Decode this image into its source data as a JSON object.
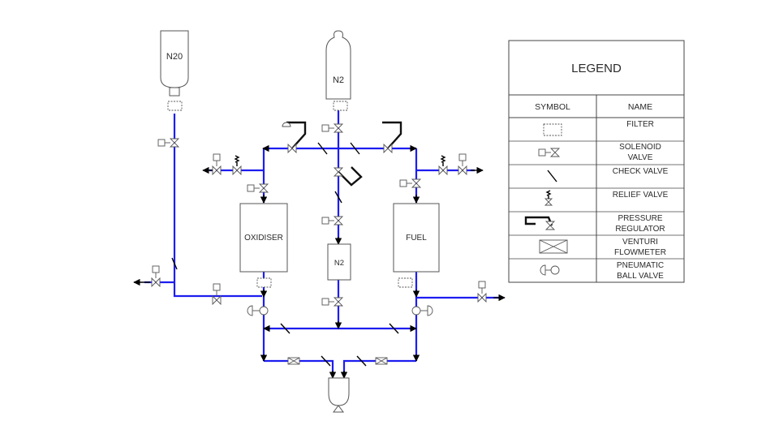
{
  "tanks": {
    "n2o_bottle": "N20",
    "n2_bottle": "N2",
    "oxidiser": "OXIDISER",
    "fuel": "FUEL",
    "n2_small": "N2"
  },
  "legend": {
    "title": "LEGEND",
    "header_symbol": "SYMBOL",
    "header_name": "NAME",
    "rows": [
      {
        "icon": "filter-icon",
        "name_lines": [
          "FILTER"
        ]
      },
      {
        "icon": "solenoid-valve-icon",
        "name_lines": [
          "SOLENOID",
          "VALVE"
        ]
      },
      {
        "icon": "check-valve-icon",
        "name_lines": [
          "CHECK  VALVE"
        ]
      },
      {
        "icon": "relief-valve-icon",
        "name_lines": [
          "RELIEF  VALVE"
        ]
      },
      {
        "icon": "pressure-regulator-icon",
        "name_lines": [
          "PRESSURE",
          "REGULATOR"
        ]
      },
      {
        "icon": "venturi-flowmeter-icon",
        "name_lines": [
          "VENTURI",
          "FLOWMETER"
        ]
      },
      {
        "icon": "pneumatic-ball-valve-icon",
        "name_lines": [
          "PNEUMATIC",
          "BALL  VALVE"
        ]
      }
    ]
  },
  "colors": {
    "pipe": "#1d1df0",
    "line": "#000000",
    "symbol": "#555555"
  }
}
